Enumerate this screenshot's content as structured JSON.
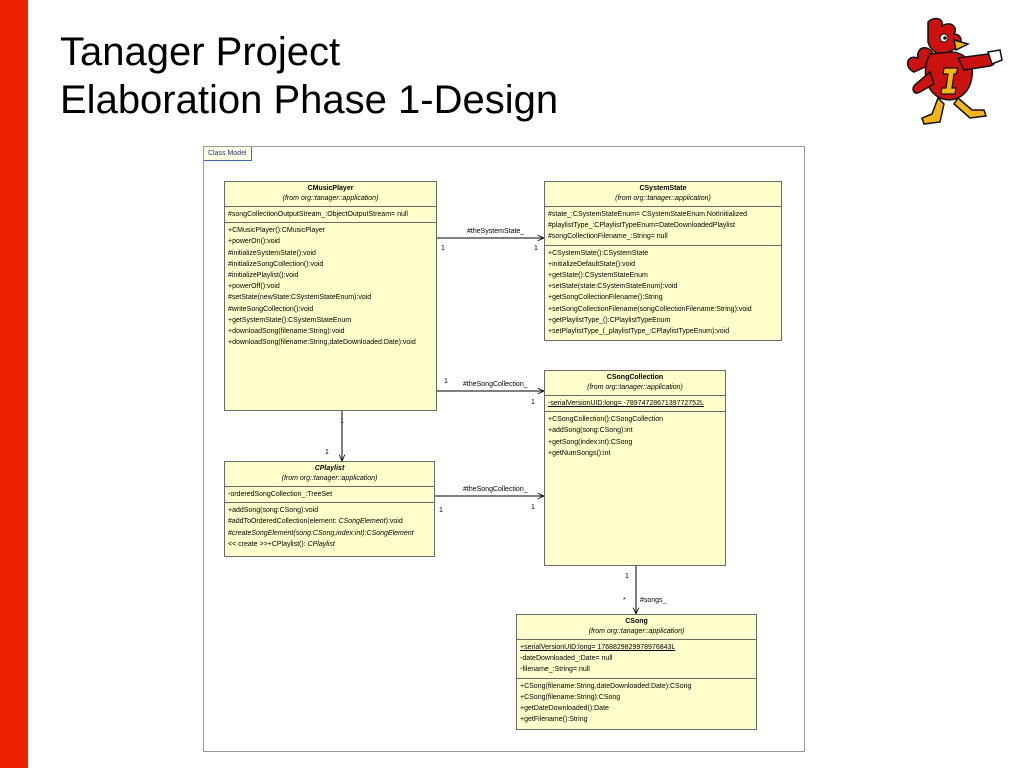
{
  "slide": {
    "title_line1": "Tanager Project",
    "title_line2": "Elaboration Phase 1-Design",
    "frame_label": "Class Model"
  },
  "classes": {
    "music_player": {
      "name": "CMusicPlayer",
      "from": "(from org::tanager::application)",
      "attributes": [
        "#songCollectionOutputStream_:ObjectOutputStream= null"
      ],
      "operations": [
        "+CMusicPlayer():CMusicPlayer",
        "+powerOn():void",
        "#initializeSystemState():void",
        "#initializeSongCollection():void",
        "#initializePlaylist():void",
        "+powerOff():void",
        "#setState(newState:CSystemStateEnum):void",
        "#writeSongCollection():void",
        "+getSystemState():CSystemStateEnum",
        "+downloadSong(filename:String):void",
        "+downloadSong(filename:String,dateDownloaded:Date):void"
      ]
    },
    "system_state": {
      "name": "CSystemState",
      "from": "(from org::tanager::application)",
      "attributes": [
        "#state_:CSystemStateEnum= CSystemStateEnum.NotInitialized",
        "#playlistType_:CPlaylistTypeEnum=DateDownloadedPlaylist",
        "#songCollectionFilename_:String= null"
      ],
      "operations": [
        "+CSystemState():CSystemState",
        "+initializeDefaultState():void",
        "+getState():CSystemStateEnum",
        "+setState(state:CSystemStateEnum):void",
        "+getSongCollectionFilename():String",
        "+setSongCollectionFilename(songCollectionFilename:String):void",
        "+getPlaylistType_():CPlaylistTypeEnum",
        "+setPlaylistType_(_playlistType_:CPlaylistTypeEnum):void"
      ]
    },
    "song_collection": {
      "name": "CSongCollection",
      "from": "(from org::tanager::application)",
      "attributes": [
        "-serialVersionUID:long= -7897472867139772752L"
      ],
      "operations": [
        "+CSongCollection():CSongCollection",
        "+addSong(song:CSong):int",
        "+getSong(index:int):CSong",
        "+getNumSongs():int"
      ]
    },
    "playlist": {
      "name": "CPlaylist",
      "from": "(from org::tanager::application)",
      "attributes": [
        "-orderedSongCollection_:TreeSet"
      ],
      "operations": [
        "+addSong(song:CSong):void",
        "#addToOrderedCollection(element: ",
        "CSongElement",
        "):void",
        "#createSongElement(song:CSong,index:int):CSongElement",
        "<< create >>+CPlaylist(): ",
        "CPlaylist"
      ]
    },
    "song": {
      "name": "CSong",
      "from": "(from org::tanager::application)",
      "attributes": [
        "+serialVersionUID:long= 1768829829978976843L",
        "-dateDownloaded_:Date= null",
        "-filename_:String= null"
      ],
      "operations": [
        "+CSong(filename:String,dateDownloaded:Date):CSong",
        "+CSong(filename:String):CSong",
        "+getDateDownloaded():Date",
        "+getFilename():String"
      ]
    }
  },
  "associations": {
    "player_state": {
      "role": "#theSystemState_",
      "mult_src": "1",
      "mult_dst": "1"
    },
    "player_collection": {
      "role": "#theSongCollection_",
      "mult_src": "1",
      "mult_dst": "1"
    },
    "player_playlist": {
      "mult_src": "1",
      "mult_dst": "1"
    },
    "playlist_collection": {
      "role": "#theSongCollection_",
      "mult_src": "1",
      "mult_dst": "1"
    },
    "collection_song": {
      "role": "#songs_",
      "mult_src": "1",
      "mult_dst": "*"
    }
  },
  "colors": {
    "accent_bar": "#ee2200",
    "class_fill": "#ffffcc",
    "mascot_red": "#cc1111",
    "mascot_gold": "#f2b51a"
  }
}
